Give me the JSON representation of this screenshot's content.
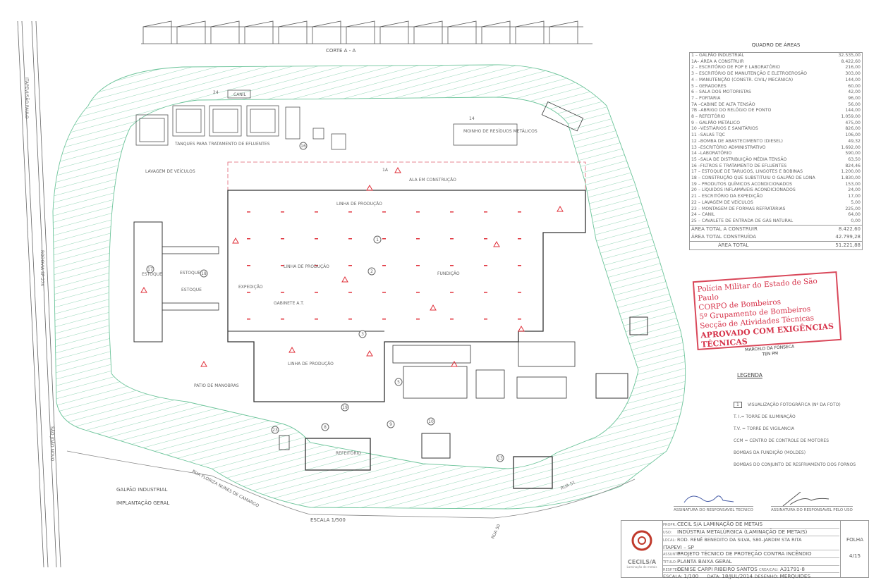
{
  "section": {
    "label": "CORTE  A - A"
  },
  "roads": {
    "highway_direction": "ITAPEVI/SÃO PAULO",
    "highway": "RODOVIA SP-274",
    "highway_direction_2": "SÃO JOÃO NOVO",
    "street_1": "RUA FLORIZA NUNES DE CAMARGO",
    "street_2": "RUA 51",
    "street_3": "RUA 50"
  },
  "plan_labels": {
    "tanks": "TANQUES PARA TRATAMENTO DE EFLUENTES",
    "kennel": "CANIL",
    "kennel_num": "24",
    "mill": "MOINHO DE RESÍDUOS METÁLICOS",
    "mill_num": "14",
    "car_wash": "LAVAGEM DE VEÍCULOS",
    "wing": "ALA EM CONSTRUÇÃO",
    "wing_num": "1A",
    "prod_line_1": "LINHA DE PRODUÇÃO",
    "prod_line_2": "LINHA DE PRODUÇÃO",
    "prod_line_3": "LINHA DE PRODUÇÃO",
    "shipping": "EXPEDIÇÃO",
    "cabinet": "GABINETE A.T.",
    "foundry": "FUNDIÇÃO",
    "stock_1": "ESTOQUE",
    "stock_2": "ESTOQUE",
    "stock_3": "ESTOQUE",
    "yard": "PATIO DE MANOBRAS",
    "title_1": "GALPÃO INDUSTRIAL",
    "title_2": "IMPLANTAÇÃO GERAL",
    "scale": "ESCALA 1/500",
    "dining": "REFEITÓRIO",
    "nums": [
      "1",
      "2",
      "3",
      "5",
      "8",
      "9",
      "10",
      "13",
      "16",
      "17",
      "18",
      "19",
      "23"
    ]
  },
  "areas": {
    "title": "QUADRO DE ÁREAS",
    "items": [
      {
        "label": "1 – GALPÃO INDUSTRIAL",
        "value": "32.535,00"
      },
      {
        "label": "1A– ÁREA A CONSTRUIR",
        "value": "8.422,60"
      },
      {
        "label": "2 – ESCRITÓRIO DE POP E LABORATÓRIO",
        "value": "216,00"
      },
      {
        "label": "3 – ESCRITÓRIO DE MANUTENÇÃO E ELETROEROSÃO",
        "value": "303,00"
      },
      {
        "label": "4 – MANUTENÇÃO (CONSTR. CIVIL/ MECÂNICA)",
        "value": "144,00"
      },
      {
        "label": "5 – GERADORES",
        "value": "60,00"
      },
      {
        "label": "6 – SALA DOS MOTORISTAS",
        "value": "42,00"
      },
      {
        "label": "7 – PORTARIA",
        "value": "96,00"
      },
      {
        "label": "7A –CABINE DE ALTA TENSÃO",
        "value": "56,00"
      },
      {
        "label": "7B –ABRIGO DO RELÓGIO DE PONTO",
        "value": "144,00"
      },
      {
        "label": "8 – REFEITÓRIO",
        "value": "1.059,00"
      },
      {
        "label": "9 – GALPÃO METÁLICO",
        "value": "475,00"
      },
      {
        "label": "10 –VESTIÁRIOS E SANITÁRIOS",
        "value": "826,00"
      },
      {
        "label": "11 –SALAS TQC",
        "value": "106,00"
      },
      {
        "label": "12 –BOMBA DE ABASTECIMENTO (DIESEL)",
        "value": "49,32"
      },
      {
        "label": "13 –ESCRITÓRIO ADMINISTRATIVO",
        "value": "1.692,00"
      },
      {
        "label": "14 –LABORATÓRIO",
        "value": "590,00"
      },
      {
        "label": "15 –SALA DE DISTRIBUIÇÃO MÉDIA TENSÃO",
        "value": "63,50"
      },
      {
        "label": "16 –FILTROS E TRATAMENTO DE EFLUENTES",
        "value": "824,46"
      },
      {
        "label": "17 – ESTOQUE DE TARUGOS, LINGOTES E BOBINAS",
        "value": "1.200,00"
      },
      {
        "label": "18 – CONSTRUÇÃO QUE SUBSTITUIU O GALPÃO DE LONA",
        "value": "1.830,00"
      },
      {
        "label": "19 – PRODUTOS QUÍMICOS ACONDICIONADOS",
        "value": "153,00"
      },
      {
        "label": "20 – LÍQUIDOS INFLAMÁVEIS ACONDICIONADOS",
        "value": "24,00"
      },
      {
        "label": "21 – ESCRITÓRIO DA EXPEDIÇÃO",
        "value": "17,00"
      },
      {
        "label": "22 – LAVAGEM DE VEÍCULOS",
        "value": "5,00"
      },
      {
        "label": "23 – MONTAGEM DE FORMAS REFRATÁRIAS",
        "value": "225,00"
      },
      {
        "label": "24 – CANIL",
        "value": "64,00"
      },
      {
        "label": "25 – CAVALETE DE ENTRADA DE GÁS NATURAL",
        "value": "0,00"
      }
    ],
    "total_to_build": {
      "label": "ÁREA TOTAL A CONSTRUIR",
      "value": "8.422,60"
    },
    "total_built": {
      "label": "ÁREA TOTAL CONSTRUÍDA",
      "value": "42.799,28"
    },
    "total": {
      "label": "ÁREA TOTAL",
      "value": "51.221,88"
    }
  },
  "stamp": {
    "line1": "Polícia Militar do Estado de São Paulo",
    "line2": "CORPO de Bombeiros",
    "line3": "5º Grupamento de Bombeiros",
    "line4": "Secção de Atividades Técnicas",
    "line5": "APROVADO COM EXIGÊNCIAS TÉCNICAS",
    "signer": "MARCELO DA FONSECA",
    "signer_role": "TEN PM"
  },
  "legend": {
    "title": "LEGENDA",
    "photo_num": "1",
    "items": [
      "VISUALIZAÇÃO FOTOGRÁFICA (Nº DA FOTO)",
      "T. I.= TORRE DE ILUMINAÇÃO",
      "T.V. = TORRE DE VIGILANCIA",
      "CCM = CENTRO DE CONTROLE DE MOTORES",
      "BOMBAS DA FUNDIÇÃO (MOLDES)",
      "BOMBAS DO CONJUNTO DE RESFRIAMENTO DOS FORNOS"
    ]
  },
  "signatures": {
    "tech": "ASSINATURA DO RESPONSAVEL TECNICO",
    "owner": "ASSINATURA DO RESPONSAVEL PELO USO"
  },
  "title_block": {
    "logo_text": "CECILS/A",
    "logo_sub": "Laminação de metais",
    "propr_key": "PROPR.:",
    "propr": "CECIL S/A LAMINAÇÃO DE METAIS",
    "uso_key": "USO:",
    "uso": "INDÚSTRIA METALÚRGICA (LAMINAÇÃO DE METAIS)",
    "local_key": "LOCAL:",
    "local_1": "ROD. RENÊ BENEDITO DA SILVA, 580–JARDIM STA RITA",
    "local_2": "ITAPEVI – SP",
    "assunto_key": "ASSUNTO:",
    "assunto": "PROJETO TÉCNICO DE PROTEÇÃO CONTRA INCÊNDIO",
    "titulo_key": "TITULO:",
    "titulo": "PLANTA BAIXA GERAL",
    "resp_key": "RESP.TEC.:",
    "resp": "DENISE CARPI RIBEIRO SANTOS",
    "crea_key": "CREA/CAU:",
    "crea": "A31791-8",
    "escala_key": "ESCALA:",
    "escala": "1/100",
    "data_key": "DATA:",
    "data": "18/JUL/2014",
    "desenho_key": "DESENHO:",
    "desenho": "MERQUIDES",
    "folha_label": "FOLHA",
    "folha": "4/15"
  },
  "colors": {
    "line": "#444444",
    "green": "#6cc49a",
    "red": "#e0303a",
    "stamp": "#d6334a"
  }
}
